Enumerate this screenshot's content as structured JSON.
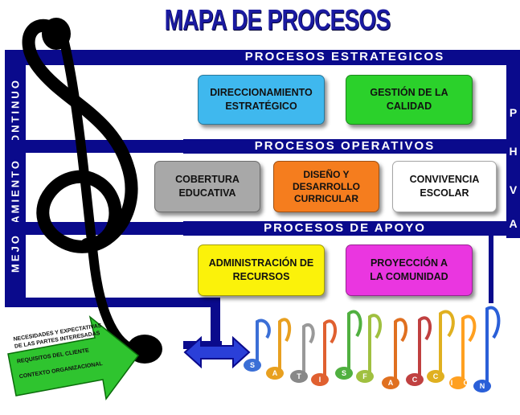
{
  "title": "MAPA DE PROCESOS",
  "left_label": "MEJORAMIENTO CONTINUO",
  "phva_letters": [
    "P",
    "H",
    "V",
    "A"
  ],
  "sections": {
    "estrategicos": "PROCESOS ESTRATEGICOS",
    "operativos": "PROCESOS OPERATIVOS",
    "apoyo": "PROCESOS DE APOYO"
  },
  "boxes": {
    "direccionamiento": {
      "line1": "DIRECCIONAMIENTO",
      "line2": "ESTRATÉGICO",
      "color": "#3fb8ee"
    },
    "gestion": {
      "line1": "GESTIÓN DE LA",
      "line2": "CALIDAD",
      "color": "#2bd12b"
    },
    "cobertura": {
      "line1": "COBERTURA",
      "line2": "EDUCATIVA",
      "color": "#a8a8a8"
    },
    "diseno": {
      "line1": "DISEÑO Y",
      "line2": "DESARROLLO",
      "line3": "CURRICULAR",
      "color": "#f57d1e"
    },
    "convivencia": {
      "line1": "CONVIVENCIA",
      "line2": "ESCOLAR",
      "color": "#ffffff"
    },
    "administracion": {
      "line1": "ADMINISTRACIÓN DE",
      "line2": "RECURSOS",
      "color": "#fbf20a"
    },
    "proyeccion": {
      "line1": "PROYECCIÓN A",
      "line2": "LA COMUNIDAD",
      "color": "#ea36e0"
    }
  },
  "inputs_arrow": {
    "line1": "NECESIDADES Y EXPECTATIVAS",
    "line2": "DE LAS PARTES INTERESADAS",
    "line3": "REQUISITOS DEL CLIENTE",
    "line4": "CONTEXTO ORGANIZACIONAL",
    "color": "#2fc42f"
  },
  "satisfaction_letters": [
    "S",
    "A",
    "T",
    "I",
    "S",
    "F",
    "A",
    "C",
    "C",
    "I",
    "Ó",
    "N"
  ],
  "colors": {
    "frame": "#0a0a8c",
    "title": "#1a1aa0"
  }
}
